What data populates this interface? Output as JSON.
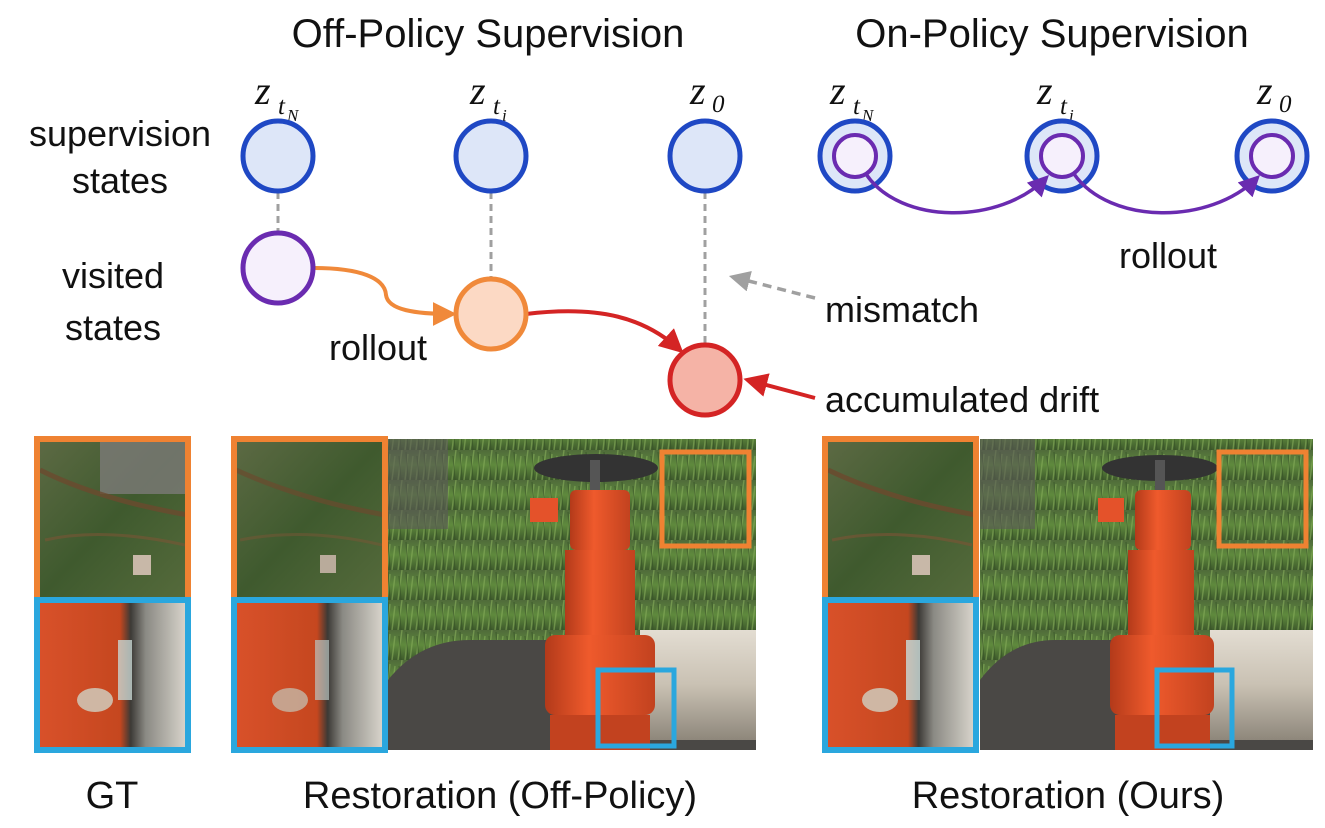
{
  "titles": {
    "off_policy": "Off-Policy Supervision",
    "on_policy": "On-Policy Supervision"
  },
  "row_labels": {
    "supervision_line1": "supervision",
    "supervision_line2": "states",
    "visited_line1": "visited",
    "visited_line2": "states"
  },
  "math": {
    "z": "z",
    "t": "t",
    "sub_N": "N",
    "sub_i": "i",
    "sub_0": "0"
  },
  "annotations": {
    "rollout_off": "rollout",
    "rollout_on": "rollout",
    "mismatch": "mismatch",
    "drift": "accumulated drift"
  },
  "captions": {
    "gt": "GT",
    "off_policy": "Restoration (Off-Policy)",
    "ours": "Restoration (Ours)"
  },
  "colors": {
    "supervision_stroke": "#1f48c4",
    "supervision_fill": "#dde6f8",
    "visited_stroke": "#6a2bb0",
    "visited_fill": "#f6f0fc",
    "rollout_orange": "#f0893a",
    "rollout_orange_fill": "#fcd9c4",
    "drift_red": "#d42424",
    "drift_fill": "#f5b3a6",
    "mismatch_gray": "#a0a0a0",
    "on_policy_arrow": "#6a2bb0",
    "crop_orange": "#ef8232",
    "crop_blue": "#2aa7de"
  }
}
